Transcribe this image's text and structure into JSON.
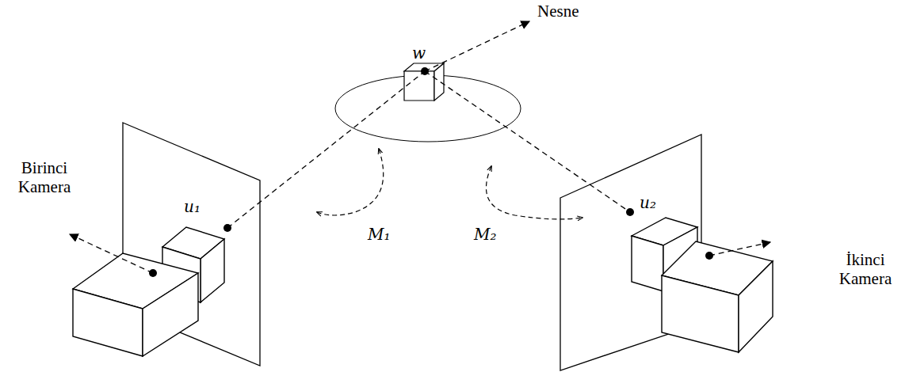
{
  "diagram": {
    "labels": [
      "Nesne",
      "w",
      "u₁",
      "M₁",
      "M₂",
      "u₂",
      "Birinci Kamera",
      "İkinci Kamera"
    ]
  }
}
